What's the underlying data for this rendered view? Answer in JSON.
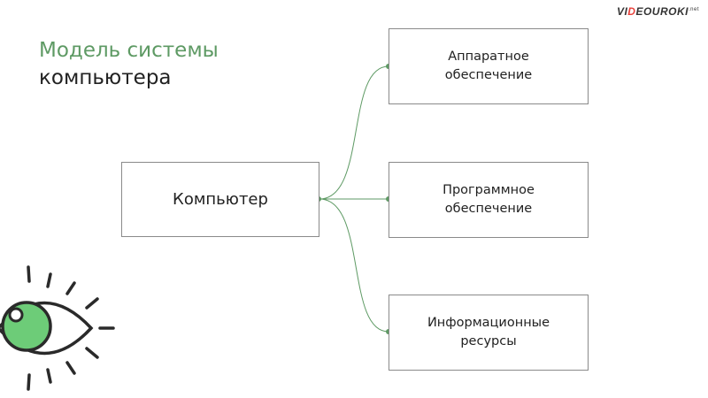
{
  "brand": {
    "prefix": "VI",
    "accent": "D",
    "rest": "EOUROKI",
    "tld": ".net"
  },
  "title": {
    "line1": "Модель системы",
    "line2": "компьютера"
  },
  "diagram": {
    "root": "Компьютер",
    "children": [
      "Аппаратное\nобеспечение",
      "Программное\nобеспечение",
      "Информационные\nресурсы"
    ]
  },
  "colors": {
    "title_accent": "#5e9a64",
    "connector": "#5e9a64",
    "eye_iris": "#6dcc78",
    "eye_outline": "#2a2a2a",
    "brand_accent": "#e8403a"
  },
  "icons": {
    "decoration": "eye-icon"
  }
}
